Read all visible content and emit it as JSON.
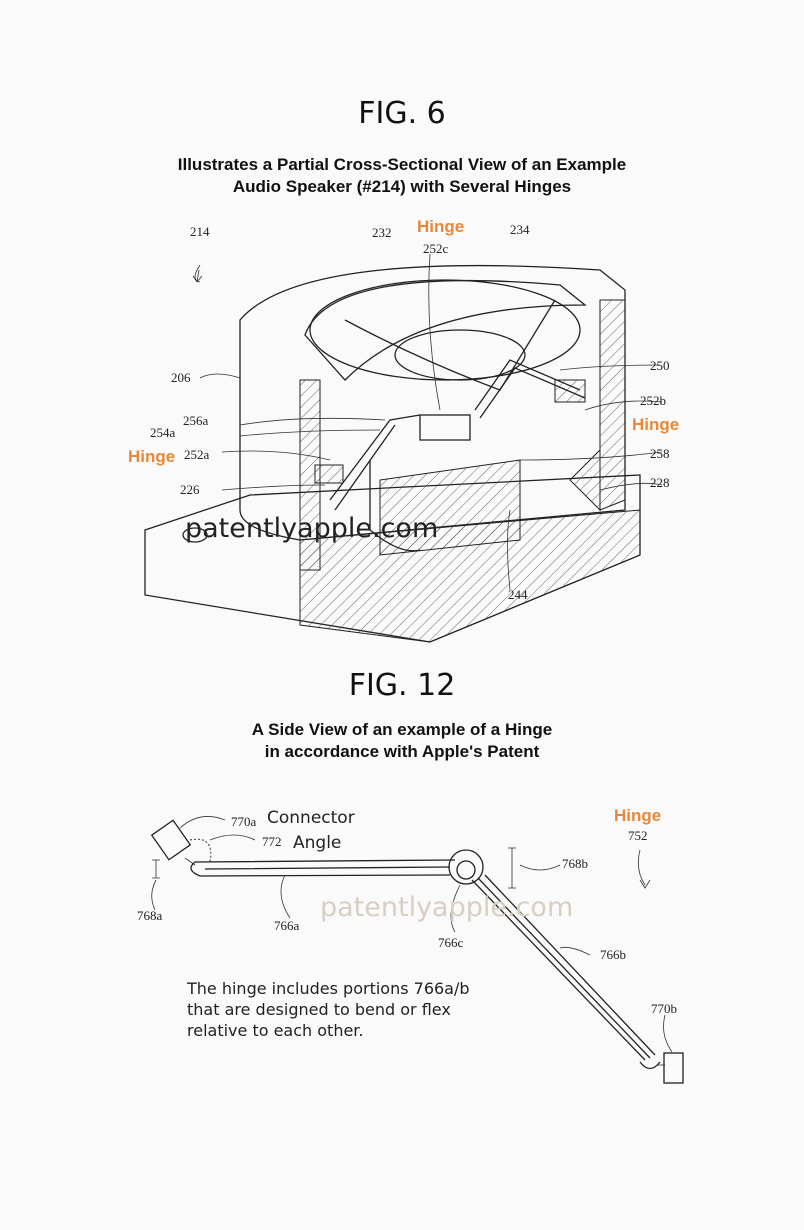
{
  "fig6": {
    "title": "FIG. 6",
    "caption_line1": "Illustrates a Partial Cross-Sectional View of an Example",
    "caption_line2": "Audio Speaker (#214) with Several Hinges",
    "hinge_label": "Hinge",
    "refs": {
      "r214": "214",
      "r232": "232",
      "r252c": "252c",
      "r234": "234",
      "r206": "206",
      "r250": "250",
      "r252b": "252b",
      "r256a": "256a",
      "r254a": "254a",
      "r252a": "252a",
      "r258": "258",
      "r226": "226",
      "r228": "228",
      "r244": "244"
    },
    "watermark": "patentlyapple.com"
  },
  "fig12": {
    "title": "FIG. 12",
    "caption_line1": "A Side View of an example of a Hinge",
    "caption_line2": "in accordance with Apple's Patent",
    "hinge_label": "Hinge",
    "connector_label": "Connector",
    "angle_label": "Angle",
    "refs": {
      "r770a": "770a",
      "r772": "772",
      "r752": "752",
      "r768a": "768a",
      "r768b": "768b",
      "r766a": "766a",
      "r766c": "766c",
      "r766b": "766b",
      "r770b": "770b"
    },
    "watermark": "patentlyapple.com",
    "note_line1": "The hinge includes portions 766a/b",
    "note_line2": "that are designed to bend or flex",
    "note_line3": "relative to each other."
  },
  "colors": {
    "accent": "#e8883a"
  }
}
